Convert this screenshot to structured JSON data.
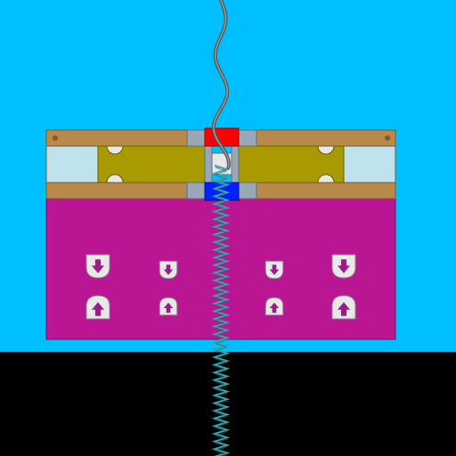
{
  "colors": {
    "sky": "#00BFFF",
    "ground": "#000000",
    "plank": "#B8894A",
    "plank_edge": "#7A5A2E",
    "chamber": "#A89A00",
    "glass": "#BEE3EC",
    "connector": "#98A8B8",
    "cap_top": "#FF0000",
    "cap_bottom": "#0022FF",
    "body": "#BA1593",
    "body_edge": "#7A0F62",
    "badge": "#E8E8E8",
    "badge_arrow": "#9A1C86",
    "spring": "#3FA0A8",
    "smoke": "#555555"
  },
  "badges": {
    "upper_row": [
      "down-arrow-badge",
      "down-arrow-badge",
      "down-arrow-badge",
      "down-arrow-badge"
    ],
    "lower_row": [
      "up-arrow-badge",
      "up-arrow-badge",
      "up-arrow-badge",
      "up-arrow-badge"
    ]
  }
}
